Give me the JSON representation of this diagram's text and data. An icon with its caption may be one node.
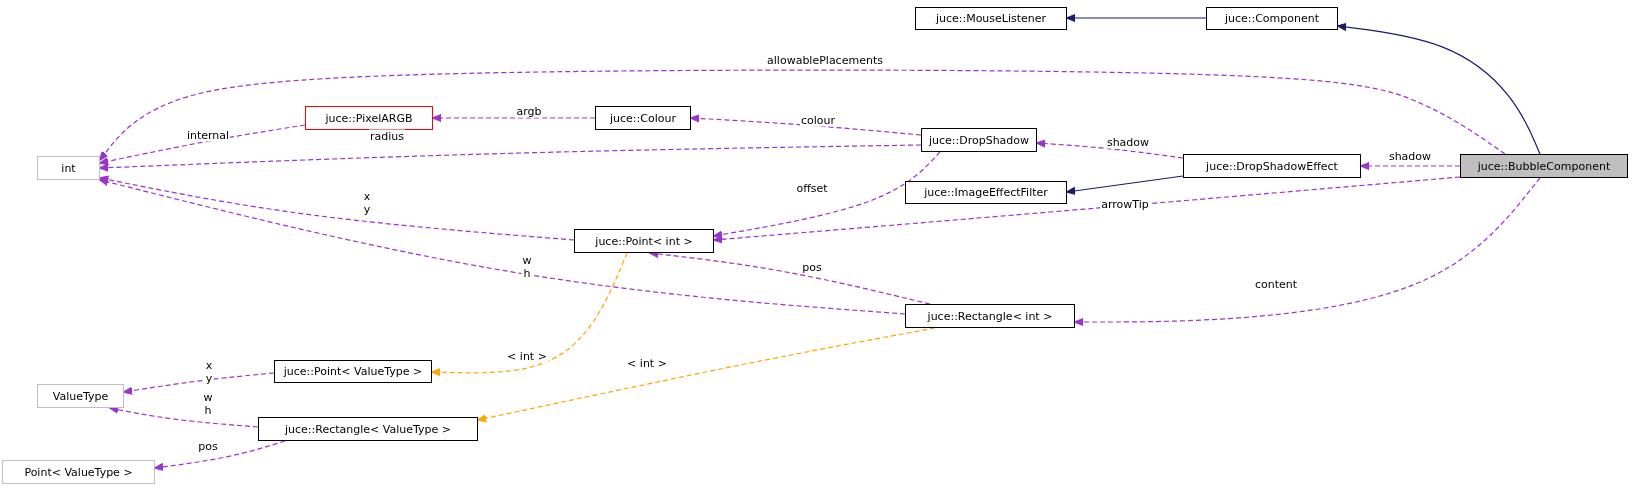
{
  "diagram": {
    "nodes": [
      {
        "text": [
          "juce::MouseListener"
        ]
      },
      {
        "text": [
          "juce::Component"
        ]
      },
      {
        "text": [
          "int"
        ]
      },
      {
        "text": [
          "juce::PixelARGB"
        ]
      },
      {
        "text": [
          "juce::Colour"
        ]
      },
      {
        "text": [
          "juce::DropShadow"
        ]
      },
      {
        "text": [
          "juce::DropShadowEffect"
        ]
      },
      {
        "text": [
          "juce::BubbleComponent"
        ]
      },
      {
        "text": [
          "juce::ImageEffectFilter"
        ]
      },
      {
        "text": [
          "juce::Point< int >"
        ]
      },
      {
        "text": [
          "juce::Rectangle< int >"
        ]
      },
      {
        "text": [
          "juce::Point< ValueType >"
        ]
      },
      {
        "text": [
          "ValueType"
        ]
      },
      {
        "text": [
          "juce::Rectangle< ValueType >"
        ]
      },
      {
        "text": [
          "Point< ValueType >"
        ]
      }
    ],
    "edges": [
      {
        "from": 1,
        "to": 0,
        "arrow": "to",
        "color": "#191970"
      },
      {
        "from": 7,
        "to": 1,
        "arrow": "to",
        "color": "#191970"
      },
      {
        "from": 7,
        "to": 2,
        "arrow": "to",
        "style": "dashed",
        "label": "allowablePlacements"
      },
      {
        "from": 3,
        "to": 2,
        "arrow": "to",
        "style": "dashed",
        "label": "internal"
      },
      {
        "from": 4,
        "to": 3,
        "arrow": "to",
        "style": "dashed",
        "label": "argb"
      },
      {
        "from": 5,
        "to": 4,
        "arrow": "to",
        "style": "dashed",
        "label": "colour"
      },
      {
        "from": 5,
        "to": 2,
        "arrow": "to",
        "style": "dashed",
        "label": "radius"
      },
      {
        "from": 6,
        "to": 5,
        "arrow": "to",
        "style": "dashed",
        "label": "shadow"
      },
      {
        "from": 7,
        "to": 6,
        "arrow": "to",
        "style": "dashed",
        "label": "shadow"
      },
      {
        "from": 6,
        "to": 8,
        "arrow": "to",
        "color": "#191970"
      },
      {
        "from": 5,
        "to": 9,
        "arrow": "to",
        "style": "dashed",
        "label": "offset"
      },
      {
        "from": 7,
        "to": 9,
        "arrow": "to",
        "style": "dashed",
        "label": "arrowTip"
      },
      {
        "from": 9,
        "to": 2,
        "arrow": "to",
        "style": "dashed",
        "label": "x y"
      },
      {
        "from": 10,
        "to": 2,
        "arrow": "to",
        "style": "dashed",
        "label": "w h"
      },
      {
        "from": 10,
        "to": 9,
        "arrow": "to",
        "style": "dashed",
        "label": "pos"
      },
      {
        "from": 7,
        "to": 10,
        "arrow": "to",
        "style": "dashed",
        "label": "content"
      },
      {
        "from": 9,
        "to": 11,
        "arrow": "to",
        "style": "dashed",
        "color": "#ffa500",
        "label": "< int >"
      },
      {
        "from": 10,
        "to": 13,
        "arrow": "to",
        "style": "dashed",
        "color": "#ffa500",
        "label": "< int >"
      },
      {
        "from": 11,
        "to": 12,
        "arrow": "to",
        "style": "dashed",
        "label": "x y"
      },
      {
        "from": 13,
        "to": 12,
        "arrow": "to",
        "style": "dashed",
        "label": "w h"
      },
      {
        "from": 13,
        "to": 14,
        "arrow": "to",
        "style": "dashed",
        "label": "pos"
      }
    ]
  }
}
